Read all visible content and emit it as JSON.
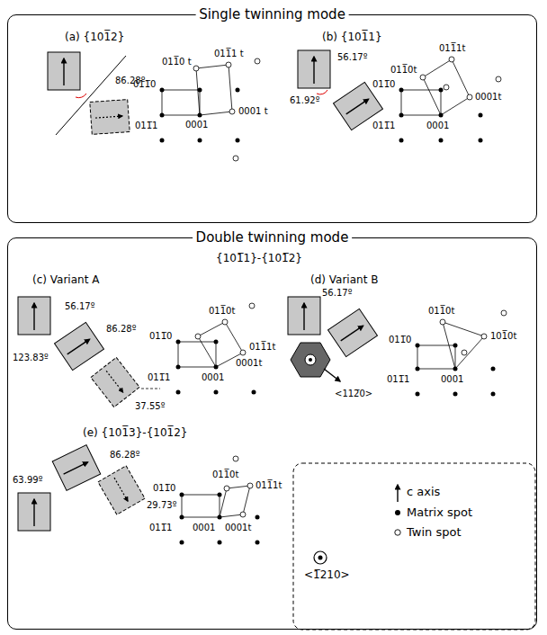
{
  "diagram": {
    "nodes": [
      {
        "text": [
          "Single twinning mode"
        ]
      },
      {
        "text": [
          "Double twinning mode"
        ]
      }
    ],
    "edges": [],
    "labels": [
      "(a) {101̅2}",
      "86.28º",
      "011̅0 t",
      "011̅1 t",
      "011̅0",
      "0001 t",
      "011̅1",
      "0001",
      "(b) {101̅1}",
      "56.17º",
      "61.92º",
      "011̅1t",
      "011̅0t",
      "011̅0",
      "0001t",
      "011̅1",
      "0001",
      "{101̅1}-{101̅2}",
      "(c) Variant A",
      "(d) Variant B",
      "56.17º",
      "86.28º",
      "123.83º",
      "37.55º",
      "011̅0t",
      "011̅0",
      "011̅1t",
      "0001t",
      "011̅1",
      "0001",
      "56.17º",
      "<112̅0>",
      "011̅0t",
      "101̅0t",
      "011̅0",
      "011̅1",
      "0001",
      "(e) {101̅3}-{101̅2}",
      "63.99º",
      "86.28º",
      "29.73º",
      "011̅0",
      "011̅0t",
      "011̅1t",
      "011̅1",
      "0001",
      "0001t"
    ],
    "legend": [
      {
        "text": "c axis"
      },
      {
        "text": "Matrix spot"
      },
      {
        "text": "Twin spot"
      },
      {
        "text": "<1̅210>"
      }
    ]
  }
}
